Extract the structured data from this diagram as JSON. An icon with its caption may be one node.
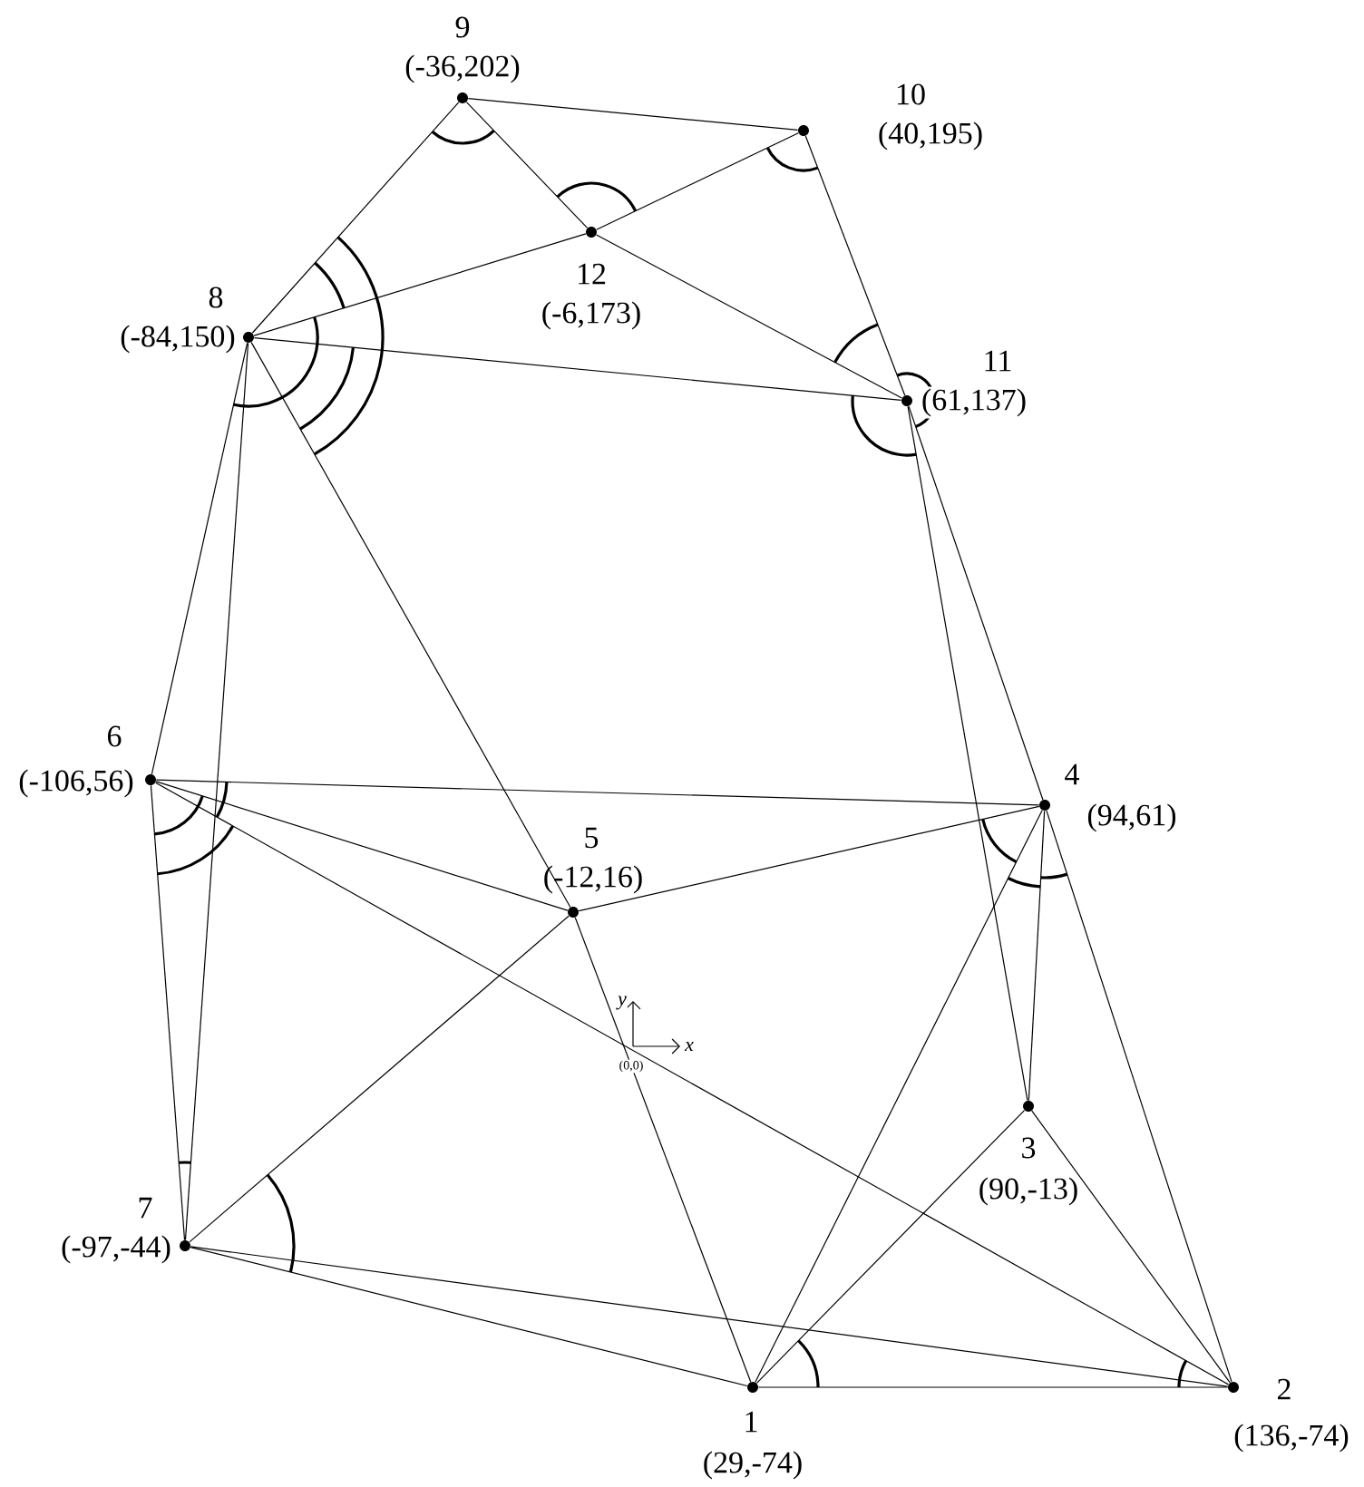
{
  "diagram": {
    "nodes": [
      {
        "text": [
          "1",
          "(29,-74)"
        ]
      },
      {
        "text": [
          "2",
          "(136,-74)"
        ]
      },
      {
        "text": [
          "3",
          "(90,-13)"
        ]
      },
      {
        "text": [
          "4",
          "(94,61)"
        ]
      },
      {
        "text": [
          "5",
          "(-12,16)"
        ]
      },
      {
        "text": [
          "6",
          "(-106,56)"
        ]
      },
      {
        "text": [
          "7",
          "(-97,-44)"
        ]
      },
      {
        "text": [
          "8",
          "(-84,150)"
        ]
      },
      {
        "text": [
          "9",
          "(-36,202)"
        ]
      },
      {
        "text": [
          "10",
          "(40,195)"
        ]
      },
      {
        "text": [
          "11",
          "(61,137)"
        ]
      },
      {
        "text": [
          "12",
          "(-6,173)"
        ]
      }
    ],
    "edges": [
      {
        "from": 8,
        "to": 9,
        "arrow": "none"
      },
      {
        "from": 8,
        "to": 7,
        "arrow": "none"
      },
      {
        "from": 8,
        "to": 11,
        "arrow": "none"
      },
      {
        "from": 11,
        "to": 10,
        "arrow": "none"
      },
      {
        "from": 7,
        "to": 11,
        "arrow": "none"
      },
      {
        "from": 11,
        "to": 9,
        "arrow": "none"
      },
      {
        "from": 9,
        "to": 10,
        "arrow": "none"
      },
      {
        "from": 7,
        "to": 10,
        "arrow": "none"
      },
      {
        "from": 7,
        "to": 5,
        "arrow": "none"
      },
      {
        "from": 7,
        "to": 6,
        "arrow": "none"
      },
      {
        "from": 7,
        "to": 4,
        "arrow": "none"
      },
      {
        "from": 4,
        "to": 0,
        "arrow": "none"
      },
      {
        "from": 10,
        "to": 3,
        "arrow": "none"
      },
      {
        "from": 10,
        "to": 2,
        "arrow": "none"
      },
      {
        "from": 5,
        "to": 3,
        "arrow": "none"
      },
      {
        "from": 5,
        "to": 6,
        "arrow": "none"
      },
      {
        "from": 5,
        "to": 4,
        "arrow": "none"
      },
      {
        "from": 5,
        "to": 1,
        "arrow": "none"
      },
      {
        "from": 4,
        "to": 3,
        "arrow": "none"
      },
      {
        "from": 4,
        "to": 6,
        "arrow": "none"
      },
      {
        "from": 6,
        "to": 0,
        "arrow": "none"
      },
      {
        "from": 6,
        "to": 1,
        "arrow": "none"
      },
      {
        "from": 0,
        "to": 1,
        "arrow": "none"
      },
      {
        "from": 0,
        "to": 3,
        "arrow": "none"
      },
      {
        "from": 0,
        "to": 2,
        "arrow": "none"
      },
      {
        "from": 2,
        "to": 3,
        "arrow": "none"
      },
      {
        "from": 2,
        "to": 1,
        "arrow": "none"
      },
      {
        "from": 3,
        "to": 1,
        "arrow": "none"
      }
    ],
    "labels": [
      "y",
      "x",
      "(0,0)"
    ]
  }
}
